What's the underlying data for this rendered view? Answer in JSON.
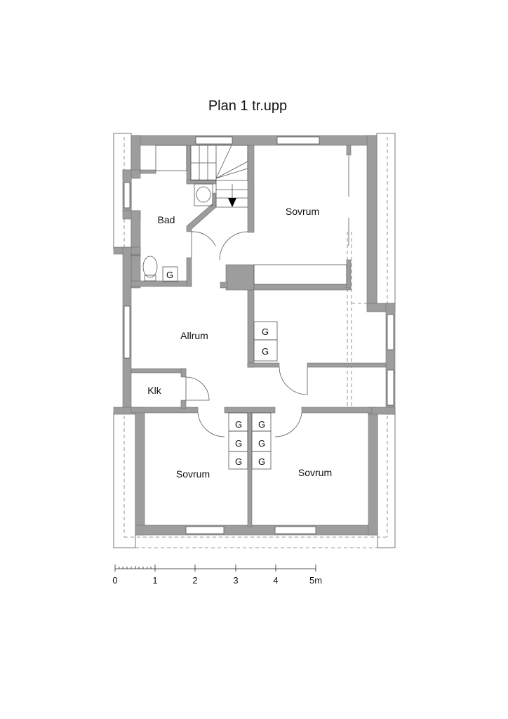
{
  "title": "Plan 1 tr.upp",
  "rooms": {
    "bad": "Bad",
    "sovrum_top": "Sovrum",
    "allrum": "Allrum",
    "klk": "Klk",
    "sovrum_left": "Sovrum",
    "sovrum_right": "Sovrum"
  },
  "closet_label": "G",
  "scale_bar": {
    "labels": [
      "0",
      "1",
      "2",
      "3",
      "4",
      "5m"
    ]
  },
  "colors": {
    "wall": "#9d9d9d"
  }
}
